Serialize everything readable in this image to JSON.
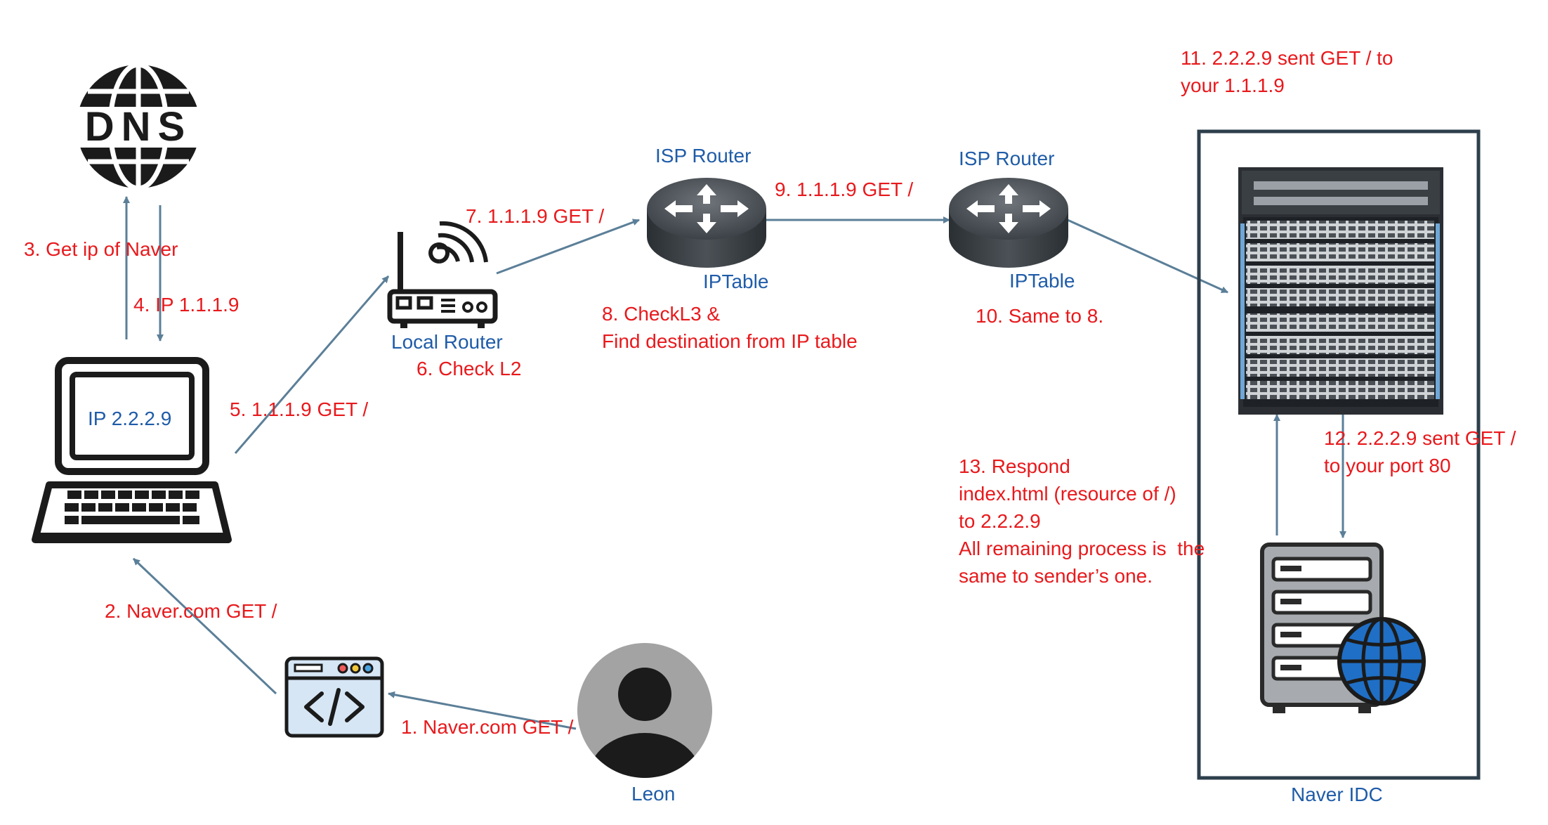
{
  "labels": {
    "dns_name": "DNS",
    "laptop_ip": "IP 2.2.2.9",
    "local_router": "Local Router",
    "isp_router_1": "ISP Router",
    "isp_router_1_table": "IPTable",
    "isp_router_2": "ISP Router",
    "isp_router_2_table": "IPTable",
    "user": "Leon",
    "idc": "Naver IDC"
  },
  "steps": {
    "s1": "1.  Naver.com GET /",
    "s2": "2. Naver.com GET /",
    "s3": "3. Get ip of Naver",
    "s4": "4. IP 1.1.1.9",
    "s5": "5. 1.1.1.9 GET /",
    "s6": "6. Check L2",
    "s7": "7. 1.1.1.9 GET /",
    "s8": "8. CheckL3 &\nFind destination from IP table",
    "s9": "9. 1.1.1.9 GET /",
    "s10": "10. Same to 8.",
    "s11": "11. 2.2.2.9 sent GET / to\nyour 1.1.1.9",
    "s12": "12. 2.2.2.9 sent GET /\nto your port 80",
    "s13": "13. Respond\nindex.html (resource of /)\nto 2.2.2.9\nAll remaining process is  the\nsame to sender’s one."
  },
  "colors": {
    "step_text": "#e8191c",
    "node_text": "#1f5ca8",
    "arrow": "#5b7f98",
    "idc_border": "#2e3f4c",
    "globe": "#1f6fc6"
  }
}
